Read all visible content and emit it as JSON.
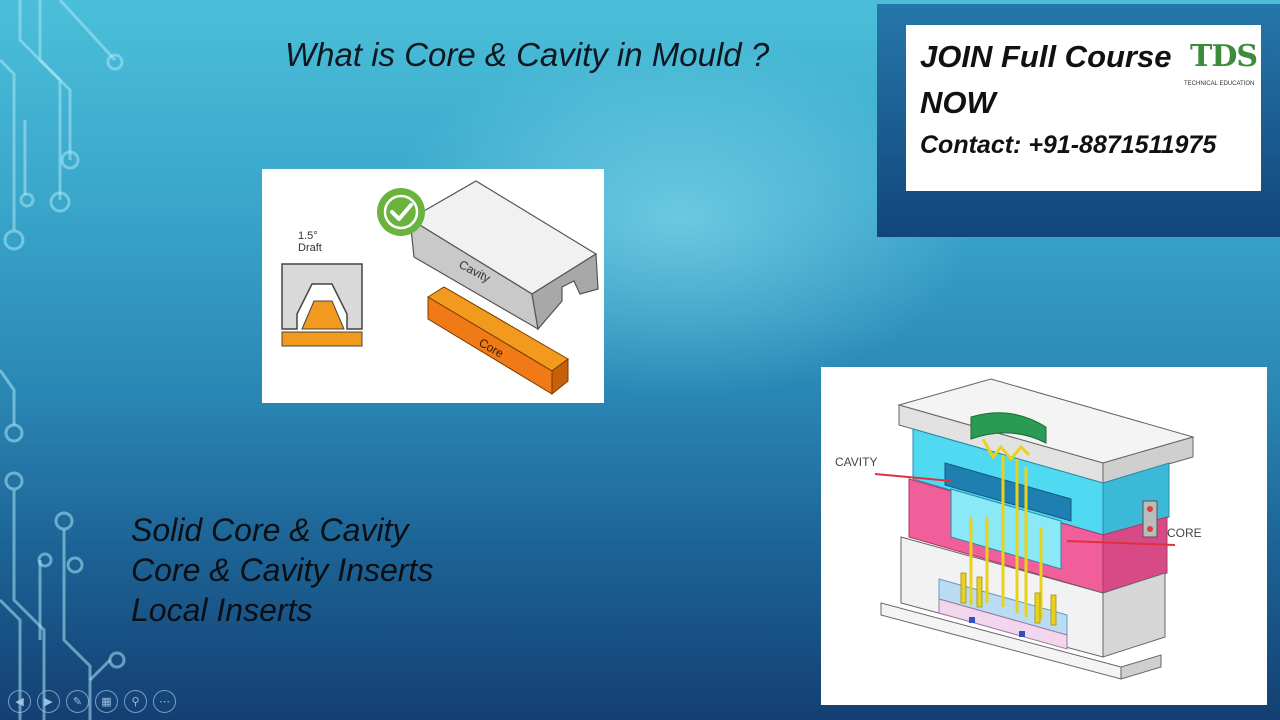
{
  "slide": {
    "title": "What is Core & Cavity in Mould ?",
    "bullets": [
      "Solid Core & Cavity",
      "Core & Cavity Inserts",
      "Local Inserts"
    ]
  },
  "course_banner": {
    "line1": "JOIN Full Course",
    "line2": "NOW",
    "contact": "Contact: +91-8871511975",
    "logo_letters": "TDS",
    "logo_caption": "TECHNICAL EDUCATION"
  },
  "figure_core_cavity": {
    "draft_angle": "1.5°",
    "draft_label": "Draft",
    "cavity_label": "Cavity",
    "core_label": "Core",
    "check_icon": "check-circle-icon"
  },
  "figure_mould": {
    "cavity_label": "CAVITY",
    "core_label": "CORE"
  },
  "controls": {
    "icons": [
      "prev-icon",
      "next-icon",
      "pen-icon",
      "slides-icon",
      "zoom-icon",
      "more-icon"
    ]
  },
  "colors": {
    "cavity_grey": "#c9c9c9",
    "core_orange": "#f07a16",
    "check_green": "#6ab43e",
    "mould_cyan": "#4fdaf2",
    "mould_pink": "#f05f9a",
    "mould_green": "#2b9a52",
    "mould_yellow": "#e8d21c"
  }
}
